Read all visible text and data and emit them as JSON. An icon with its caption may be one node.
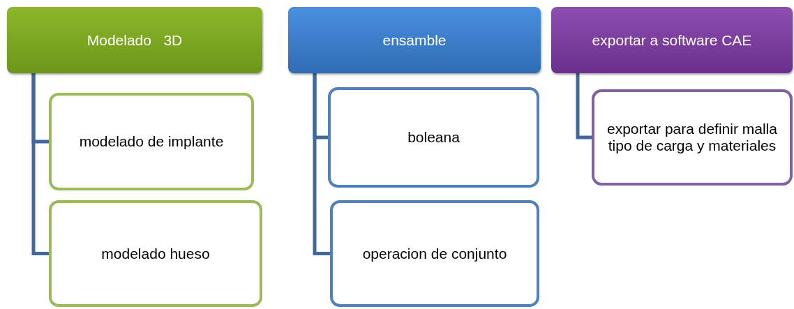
{
  "diagram": {
    "nodes": [
      {
        "text": [
          "Modelado   3D"
        ]
      },
      {
        "text": [
          "modelado de implante"
        ]
      },
      {
        "text": [
          "modelado hueso"
        ]
      },
      {
        "text": [
          "ensamble"
        ]
      },
      {
        "text": [
          "boleana"
        ]
      },
      {
        "text": [
          "operacion de conjunto"
        ]
      },
      {
        "text": [
          "exportar a software CAE"
        ]
      },
      {
        "text": [
          "exportar para definir malla  tipo de carga y materiales"
        ]
      }
    ],
    "edges": [
      {
        "from": 0,
        "to": 1,
        "arrow": "none"
      },
      {
        "from": 0,
        "to": 2,
        "arrow": "none"
      },
      {
        "from": 3,
        "to": 4,
        "arrow": "none"
      },
      {
        "from": 3,
        "to": 5,
        "arrow": "none"
      },
      {
        "from": 6,
        "to": 7,
        "arrow": "none"
      }
    ]
  }
}
